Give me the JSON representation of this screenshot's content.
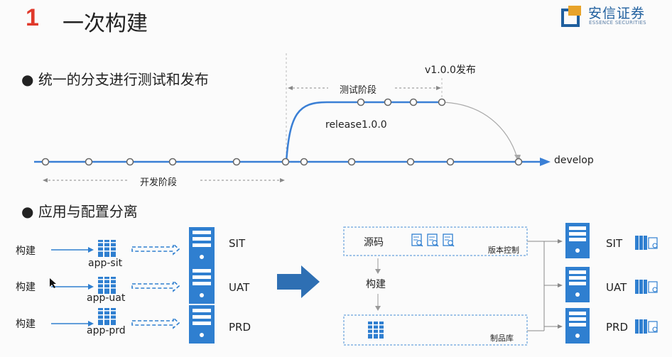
{
  "header": {
    "number": "1",
    "title": "一次构建",
    "logo_cn": "安信证券",
    "logo_en": "ESSENCE SECURITIES",
    "brand_color": "#1f5f9e",
    "number_color": "#e0392b"
  },
  "section1": {
    "bullet": "统一的分支进行测试和发布",
    "release_tag": "v1.0.0发布",
    "test_phase": "测试阶段",
    "release_branch": "release1.0.0",
    "develop_branch": "develop",
    "dev_phase": "开发阶段"
  },
  "section2": {
    "bullet": "应用与配置分离",
    "left": {
      "rows": [
        {
          "build": "构建",
          "artifact": "app-sit",
          "env": "SIT"
        },
        {
          "build": "构建",
          "artifact": "app-uat",
          "env": "UAT"
        },
        {
          "build": "构建",
          "artifact": "app-prd",
          "env": "PRD"
        }
      ]
    },
    "right": {
      "source_label": "源码",
      "vcs_label": "版本控制",
      "build_label": "构建",
      "repo_label": "制品库",
      "envs": [
        "SIT",
        "UAT",
        "PRD"
      ]
    }
  },
  "colors": {
    "line": "#3a7fd5",
    "server": "#2f7fd0",
    "config": "#2f7fd0",
    "gray": "#999999",
    "arrow_fill": "#2e6fb3"
  },
  "icons": [
    "server-icon",
    "artifact-stack-icon",
    "config-doc-icon",
    "big-arrow-icon",
    "logo-icon"
  ]
}
